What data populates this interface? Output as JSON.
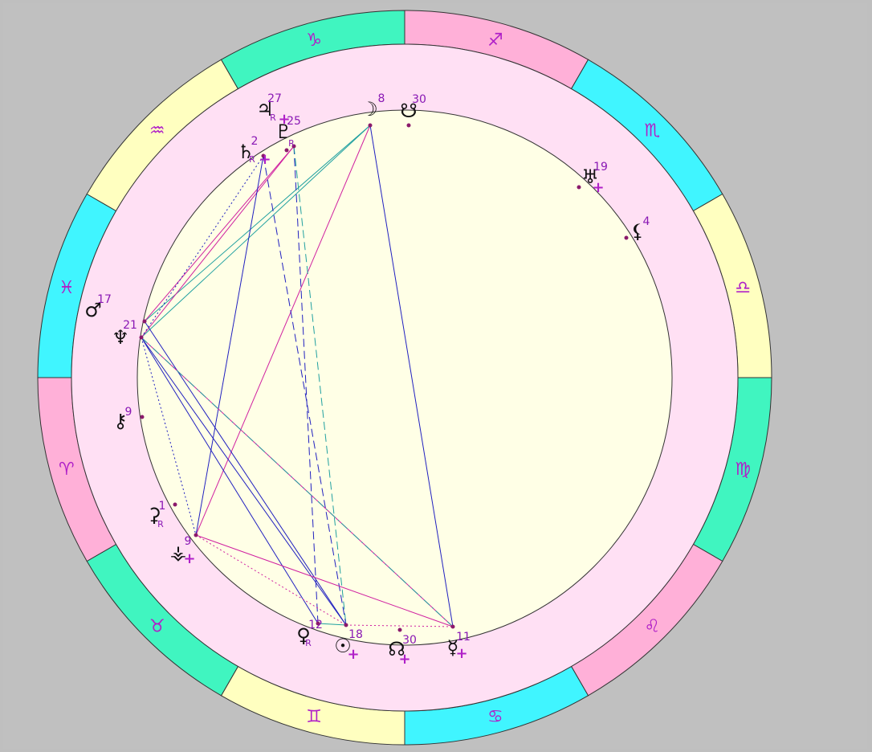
{
  "colors": {
    "background": "#c0c0c0",
    "zodiac_segments": [
      "#ffb0d8",
      "#40f5ff",
      "#ffffc0",
      "#40f5c0"
    ],
    "house_ring": "#ffe0f4",
    "inner_disk": "#ffffe6",
    "glyph": "#b020c8",
    "marker": "#8b1a6b"
  },
  "zodiac": [
    {
      "symbol": "♐",
      "name": "sagittarius"
    },
    {
      "symbol": "♏",
      "name": "scorpio"
    },
    {
      "symbol": "♎",
      "name": "libra"
    },
    {
      "symbol": "♍",
      "name": "virgo"
    },
    {
      "symbol": "♌",
      "name": "leo"
    },
    {
      "symbol": "♋",
      "name": "cancer"
    },
    {
      "symbol": "♊",
      "name": "gemini"
    },
    {
      "symbol": "♉",
      "name": "taurus"
    },
    {
      "symbol": "♈",
      "name": "aries"
    },
    {
      "symbol": "♓",
      "name": "pisces"
    },
    {
      "symbol": "♒",
      "name": "aquarius"
    },
    {
      "symbol": "♑",
      "name": "capricorn"
    }
  ],
  "points": [
    {
      "key": "moon",
      "glyph": "☽",
      "degree": "8",
      "retro": "",
      "plus": false
    },
    {
      "key": "south-node",
      "glyph": "☋",
      "degree": "30",
      "retro": "",
      "plus": false
    },
    {
      "key": "uranus",
      "glyph": "♅",
      "degree": "19",
      "retro": "",
      "plus": true
    },
    {
      "key": "lilith",
      "glyph": "⚸",
      "degree": "4",
      "retro": "",
      "plus": false
    },
    {
      "key": "mercury",
      "glyph": "☿",
      "degree": "11",
      "retro": "",
      "plus": true
    },
    {
      "key": "north-node",
      "glyph": "☊",
      "degree": "30",
      "retro": "",
      "plus": true
    },
    {
      "key": "sun",
      "glyph": "☉",
      "degree": "18",
      "retro": "",
      "plus": true
    },
    {
      "key": "venus",
      "glyph": "♀",
      "degree": "12",
      "retro": "R",
      "plus": false
    },
    {
      "key": "vesta",
      "glyph": "⚶",
      "degree": "9",
      "retro": "",
      "plus": true
    },
    {
      "key": "ceres",
      "glyph": "⚳",
      "degree": "1",
      "retro": "R",
      "plus": false
    },
    {
      "key": "chiron",
      "glyph": "⚷",
      "degree": "9",
      "retro": "",
      "plus": false
    },
    {
      "key": "neptune",
      "glyph": "♆",
      "degree": "21",
      "retro": "",
      "plus": false
    },
    {
      "key": "mars",
      "glyph": "♂",
      "degree": "17",
      "retro": "",
      "plus": false
    },
    {
      "key": "saturn",
      "glyph": "♄",
      "degree": "2",
      "retro": "R",
      "plus": true
    },
    {
      "key": "jupiter",
      "glyph": "♃",
      "degree": "27",
      "retro": "R",
      "plus": true
    },
    {
      "key": "pluto",
      "glyph": "♇",
      "degree": "25",
      "retro": "R",
      "plus": false
    }
  ],
  "aspects": [
    {
      "from": "moon",
      "to": "mercury",
      "color": "#2020c0",
      "style": "solid"
    },
    {
      "from": "moon",
      "to": "vesta",
      "color": "#d020a0",
      "style": "solid"
    },
    {
      "from": "moon",
      "to": "neptune",
      "color": "#20a0a0",
      "style": "solid"
    },
    {
      "from": "moon",
      "to": "mars",
      "color": "#20a0a0",
      "style": "solid"
    },
    {
      "from": "pluto",
      "to": "neptune",
      "color": "#d020a0",
      "style": "solid"
    },
    {
      "from": "pluto",
      "to": "mars",
      "color": "#d020a0",
      "style": "solid"
    },
    {
      "from": "pluto",
      "to": "venus",
      "color": "#2020c0",
      "style": "dashed"
    },
    {
      "from": "pluto",
      "to": "sun",
      "color": "#20a0a0",
      "style": "dashed"
    },
    {
      "from": "saturn",
      "to": "vesta",
      "color": "#2020c0",
      "style": "solid"
    },
    {
      "from": "saturn",
      "to": "sun",
      "color": "#2020c0",
      "style": "dashed"
    },
    {
      "from": "saturn",
      "to": "neptune",
      "color": "#2020c0",
      "style": "dotted"
    },
    {
      "from": "neptune",
      "to": "sun",
      "color": "#2020c0",
      "style": "solid"
    },
    {
      "from": "neptune",
      "to": "venus",
      "color": "#2020c0",
      "style": "solid"
    },
    {
      "from": "mars",
      "to": "sun",
      "color": "#2020c0",
      "style": "solid"
    },
    {
      "from": "neptune",
      "to": "mercury",
      "color": "#d020a0",
      "style": "solid"
    },
    {
      "from": "neptune",
      "to": "vesta",
      "color": "#2020c0",
      "style": "dotted"
    },
    {
      "from": "neptune",
      "to": "mercury",
      "color": "#20a0a0",
      "style": "dashdot"
    },
    {
      "from": "vesta",
      "to": "mercury",
      "color": "#d020a0",
      "style": "solid"
    },
    {
      "from": "vesta",
      "to": "sun",
      "color": "#d020a0",
      "style": "dotted"
    },
    {
      "from": "sun",
      "to": "mercury",
      "color": "#d020a0",
      "style": "dotted"
    },
    {
      "from": "venus",
      "to": "sun",
      "color": "#20a0a0",
      "style": "solid"
    }
  ]
}
